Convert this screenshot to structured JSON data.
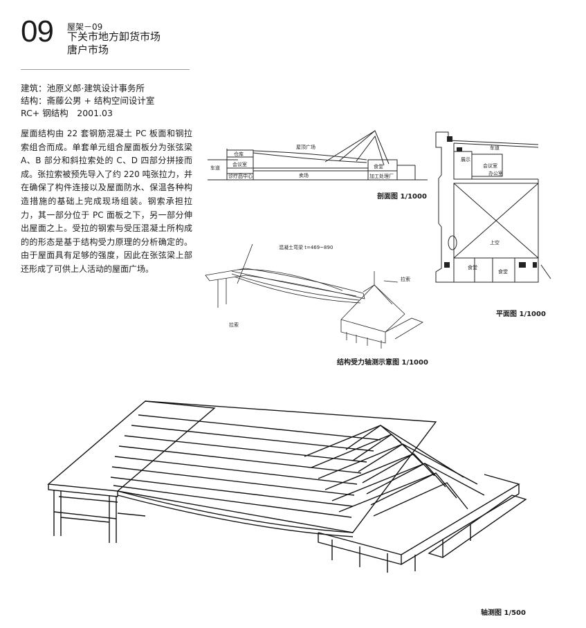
{
  "header": {
    "number": "09",
    "subtitle": "屋架－09",
    "title_line1": "下关市地方卸货市场",
    "title_line2": "唐户市场"
  },
  "credits": {
    "architecture": "建筑：池原义郎·建筑设计事务所",
    "structure": "结构：斋藤公男 + 结构空间设计室",
    "system": "RC+ 钢结构　2001.03"
  },
  "body_text": "屋面结构由 22 套钢筋混凝土 PC 板面和钢拉索组合而成。单套单元组合屋面板分为张弦梁 A、B 部分和斜拉索处的 C、D 四部分拼接而成。张拉索被预先导入了约 220 吨张拉力，并在确保了构件连接以及屋面防水、保温各种构造措施的基础上完成现场组装。钢索承担拉力，其一部分位于 PC 面板之下，另一部分伸出屋面之上。受拉的钢索与受压混凝土所构成的的形态是基于结构受力原理的分析确定的。由于屋面具有足够的强度，因此在张弦梁上部还形成了可供上人活动的屋面广场。",
  "section": {
    "caption": "剖面图 1/1000",
    "labels": {
      "roof_plaza": "屋顶广场",
      "warehouse": "仓库",
      "meeting": "会议室",
      "clinic": "诊疗品中心",
      "road": "车道",
      "market": "卖场",
      "canteen": "食堂",
      "processing": "加工处理厂"
    }
  },
  "plan": {
    "caption": "平面图 1/1000",
    "labels": {
      "road": "车道",
      "exhibit": "展示",
      "meeting": "会议室",
      "office": "办公室",
      "void": "上空",
      "canteen1": "食堂",
      "canteen2": "食堂"
    }
  },
  "diagram": {
    "caption": "结构受力轴测示意图 1/1000",
    "labels": {
      "beam": "混凝土弯梁 t=469~890",
      "cable_top": "拉索",
      "cable_bottom": "拉索"
    }
  },
  "axo": {
    "caption": "轴测图 1/500"
  }
}
